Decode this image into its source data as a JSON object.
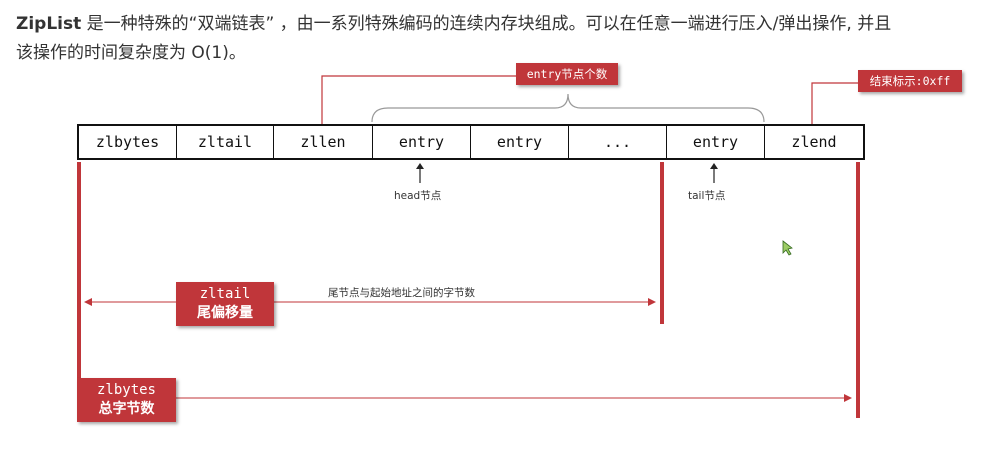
{
  "intro": {
    "term": "ZipList",
    "line1": " 是一种特殊的“双端链表” ，由一系列特殊编码的连续内存块组成。可以在任意一端进行压入/弹出操作, 并且",
    "line2": "该操作的时间复杂度为 O(1)。"
  },
  "fields": [
    "zlbytes",
    "zltail",
    "zllen",
    "entry",
    "entry",
    "...",
    "entry",
    "zlend"
  ],
  "tags": {
    "entry_count": "entry节点个数",
    "end_marker": "结束标示:0xff",
    "zltail_title": "zltail",
    "zltail_sub": "尾偏移量",
    "zlbytes_title": "zlbytes",
    "zlbytes_sub": "总字节数"
  },
  "labels": {
    "head": "head节点",
    "tail": "tail节点",
    "offset_desc": "尾节点与起始地址之间的字节数"
  },
  "colors": {
    "accent": "#c0363a",
    "line": "#c0363a",
    "border": "#111111",
    "cursor": "#7cb342"
  }
}
